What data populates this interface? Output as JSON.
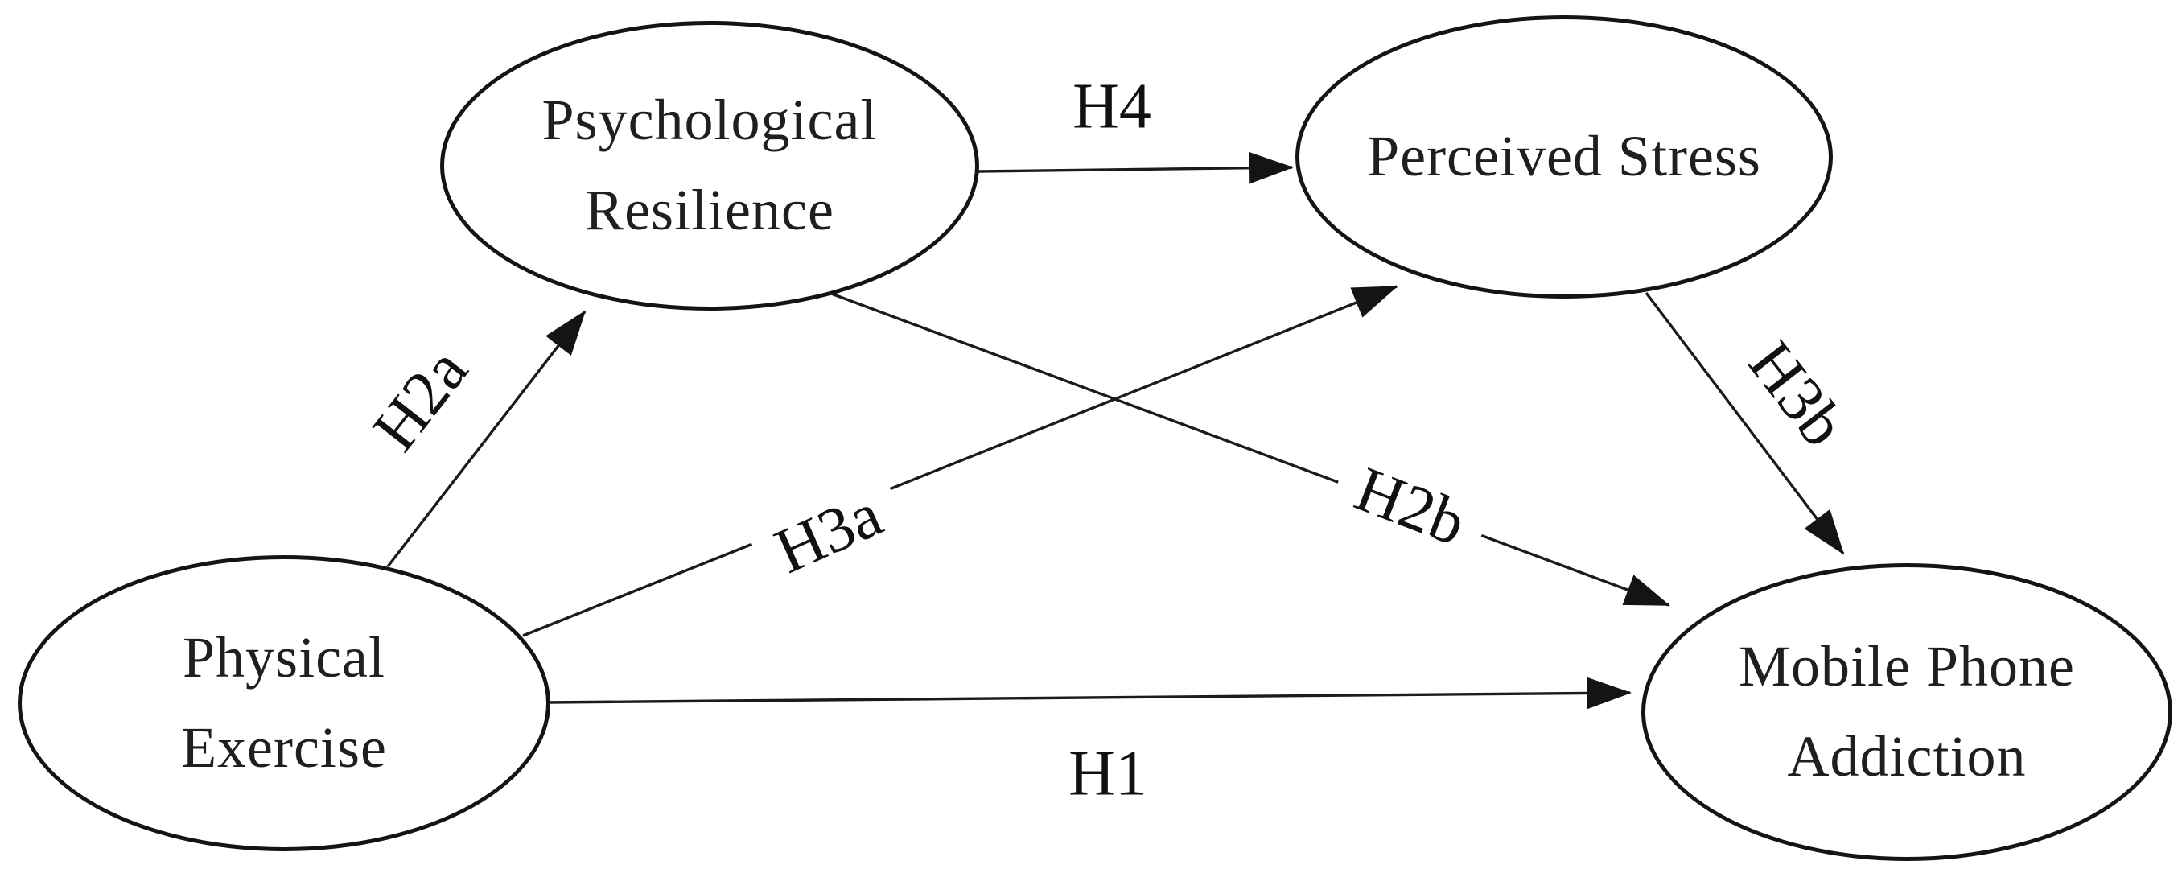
{
  "figure": {
    "type": "hypothesis-path-model",
    "background_color": "#ffffff",
    "stroke_color": "#141414",
    "nodes": {
      "physical_exercise": {
        "line1": "Physical",
        "line2": "Exercise"
      },
      "psychological_resilience": {
        "line1": "Psychological",
        "line2": "Resilience"
      },
      "perceived_stress": {
        "line1": "Perceived Stress"
      },
      "mobile_phone_addiction": {
        "line1": "Mobile Phone",
        "line2": "Addiction"
      }
    },
    "edges": {
      "h1": {
        "label": "H1",
        "from": "Physical Exercise",
        "to": "Mobile Phone Addiction"
      },
      "h2a": {
        "label": "H2a",
        "from": "Physical Exercise",
        "to": "Psychological Resilience"
      },
      "h2b": {
        "label": "H2b",
        "from": "Psychological Resilience",
        "to": "Mobile Phone Addiction"
      },
      "h3a": {
        "label": "H3a",
        "from": "Physical Exercise",
        "to": "Perceived Stress"
      },
      "h3b": {
        "label": "H3b",
        "from": "Perceived Stress",
        "to": "Mobile Phone Addiction"
      },
      "h4": {
        "label": "H4",
        "from": "Psychological Resilience",
        "to": "Perceived Stress"
      }
    }
  }
}
